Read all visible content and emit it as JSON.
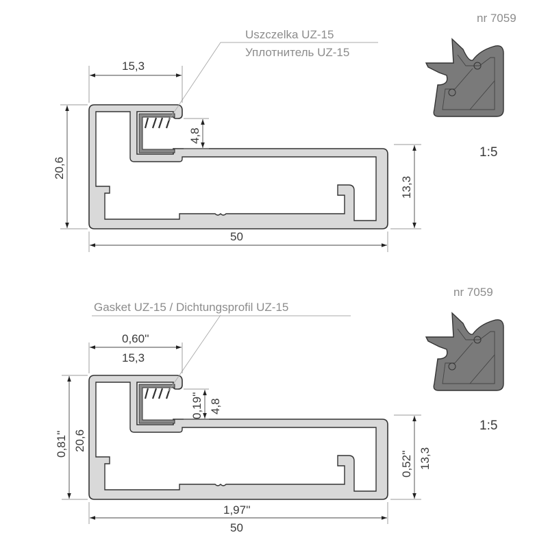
{
  "top_drawing": {
    "gasket_label_pl": "Uszczelka UZ-15",
    "gasket_label_ru": "Уплотнитель UZ-15",
    "part_number": "nr 7059",
    "scale": "1:5",
    "dimensions": {
      "flange_width": "15,3",
      "total_height": "20,6",
      "gasket_height": "4,8",
      "right_height": "13,3",
      "total_width": "50"
    }
  },
  "bottom_drawing": {
    "gasket_label": "Gasket UZ-15  / Dichtungsprofil UZ-15",
    "part_number": "nr 7059",
    "scale": "1:5",
    "dimensions": {
      "flange_width_in": "0,60''",
      "flange_width": "15,3",
      "total_height_in": "0,81''",
      "total_height": "20,6",
      "gasket_height_in": "0,19''",
      "gasket_height": "4,8",
      "right_height_in": "0,52''",
      "right_height": "13,3",
      "total_width_in": "1,97''",
      "total_width": "50"
    }
  },
  "colors": {
    "profile_fill": "#d9d9d9",
    "gasket_fill": "#8a8a8a",
    "corner_fill": "#7a7a7a",
    "outline": "#333333"
  }
}
